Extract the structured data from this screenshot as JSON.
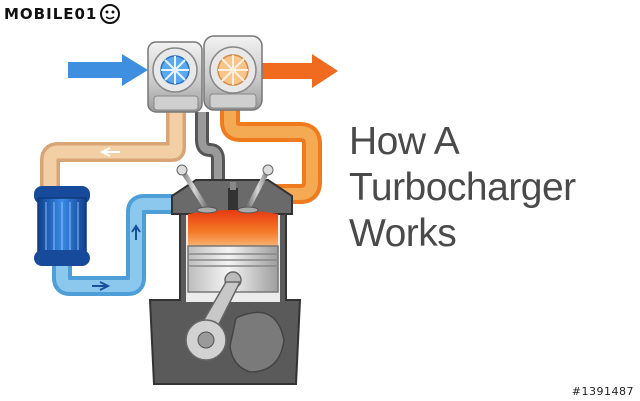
{
  "logo": {
    "text": "MOBILE01",
    "mark_icon": "face-logo-icon"
  },
  "title": {
    "line1": "How A",
    "line2": "Turbocharger",
    "line3": "Works"
  },
  "watermark": "#1391487",
  "colors": {
    "intake_arrow": "#3f8fe0",
    "exhaust_arrow": "#f06a1f",
    "cool_pipe": "#78b8e8",
    "hot_pipe": "#f0a64a",
    "warm_pipe": "#eec89a",
    "intercooler": "#1f5fb8",
    "combustion": "#f05a14",
    "engine_block": "#5a5a5a",
    "text": "#4a4a4a"
  },
  "icons": [
    "intake-arrow-icon",
    "exhaust-arrow-icon",
    "turbo-compressor-icon",
    "turbo-turbine-icon",
    "intercooler-icon",
    "piston-icon",
    "valve-icon",
    "flow-arrow-icon"
  ]
}
